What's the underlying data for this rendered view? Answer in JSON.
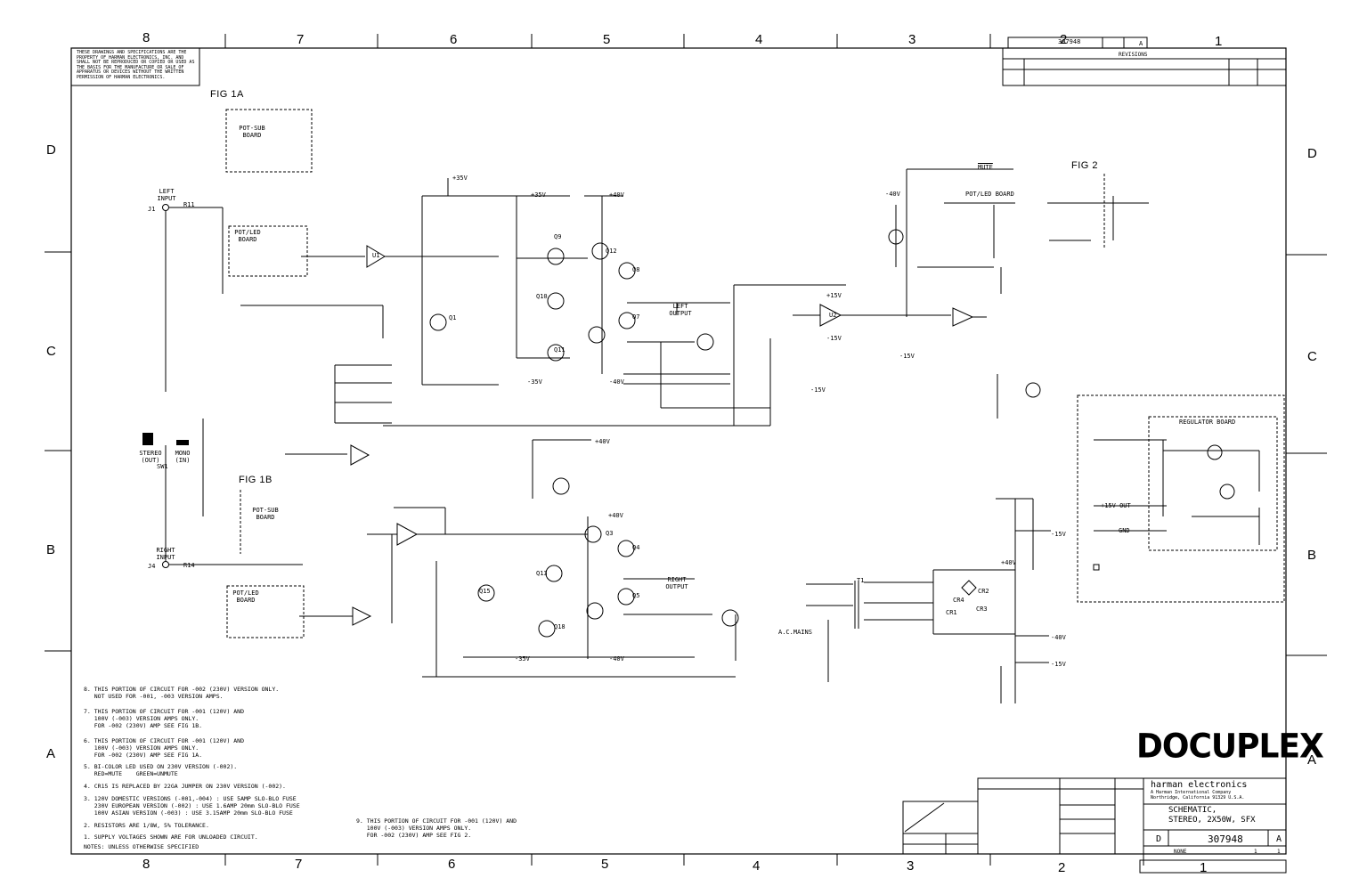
{
  "zones": {
    "top": [
      "8",
      "7",
      "6",
      "5",
      "4",
      "3",
      "2",
      "1"
    ],
    "bottom": [
      "8",
      "7",
      "6",
      "5",
      "4",
      "3",
      "2",
      "1"
    ],
    "left": [
      "D",
      "C",
      "B",
      "A"
    ],
    "right": [
      "D",
      "C",
      "B",
      "A"
    ]
  },
  "figures": {
    "fig1a": "FIG 1A",
    "fig1b": "FIG 1B",
    "fig2": "FIG 2"
  },
  "blocks": {
    "pot_sub_a": "POT-SUB BOARD",
    "pot_sub_b": "POT-SUB BOARD",
    "pot_led_1": "POT/LED BOARD",
    "pot_led_2": "POT/LED BOARD",
    "pot_led_3": "POT/LED BOARD",
    "regulator": "REGULATOR BOARD"
  },
  "labels": {
    "left_input": "LEFT INPUT",
    "right_input": "RIGHT INPUT",
    "j1": "J1",
    "j4": "J4",
    "left_output": "LEFT OUTPUT",
    "right_output": "RIGHT OUTPUT",
    "mute": "MUTE",
    "stereo": "STEREO (OUT)",
    "mono": "MONO (IN)",
    "sw1": "SW1",
    "ac_mains": "A.C.MAINS",
    "plus35v": "+35V",
    "plus40v": "+40V",
    "minus35v": "-35V",
    "minus40v": "-40V",
    "plus15v": "+15V",
    "minus15v": "-15V",
    "plus15v_out": "+15V OUT",
    "gnd": "GND",
    "r11": "R11",
    "r14": "R14",
    "u1": "U1",
    "u2": "U2",
    "q1": "Q1",
    "q9": "Q9",
    "q12": "Q12",
    "q10": "Q10",
    "q11": "Q11",
    "q7": "Q7",
    "q8": "Q8",
    "q3": "Q3",
    "q4": "Q4",
    "q5": "Q5",
    "q13": "Q13",
    "q15": "Q15",
    "q18": "Q18",
    "cr1": "CR1",
    "cr2": "CR2",
    "cr3": "CR3",
    "cr4": "CR4",
    "t1": "T1"
  },
  "notes": [
    "8. THIS PORTION OF CIRCUIT FOR -002 (230V) VERSION ONLY.\n   NOT USED FOR -001, -003 VERSION AMPS.",
    "7. THIS PORTION OF CIRCUIT FOR -001 (120V) AND\n   100V (-003) VERSION AMPS ONLY.\n   FOR -002 (230V) AMP SEE FIG 1B.",
    "6. THIS PORTION OF CIRCUIT FOR -001 (120V) AND\n   100V (-003) VERSION AMPS ONLY.\n   FOR -002 (230V) AMP SEE FIG 1A.",
    "5. BI-COLOR LED USED ON 230V VERSION (-002).\n   RED=MUTE    GREEN=UNMUTE",
    "4. CR15 IS REPLACED BY 22GA JUMPER ON 230V VERSION (-002).",
    "3. 120V DOMESTIC VERSIONS (-001,-004) : USE 5AMP SLO-BLO FUSE\n   230V EUROPEAN VERSION (-002) : USE 1.6AMP 20mm SLO-BLO FUSE\n   100V ASIAN VERSION (-003) : USE 3.15AMP 20mm SLO-BLO FUSE",
    "2. RESISTORS ARE 1/8W, 5% TOLERANCE.",
    "1. SUPPLY VOLTAGES SHOWN ARE FOR UNLOADED CIRCUIT.",
    "NOTES: UNLESS OTHERWISE SPECIFIED"
  ],
  "note9": "9. THIS PORTION OF CIRCUIT FOR -001 (120V) AND\n   100V (-003) VERSION AMPS ONLY.\n   FOR -002 (230V) AMP SEE FIG 2.",
  "proprietary": "THESE DRAWINGS AND SPECIFICATIONS ARE THE\nPROPERTY OF HARMAN ELECTRONICS, INC. AND\nSHALL NOT BE REPRODUCED OR COPIED OR USED AS\nTHE BASIS FOR THE MANUFACTURE OR SALE OF\nAPPARATUS OR DEVICES WITHOUT THE WRITTEN\nPERMISSION OF HARMAN ELECTRONICS.",
  "revision_block": {
    "doc_no": "307948",
    "rev": "A",
    "title": "REVISIONS"
  },
  "title_block": {
    "company": "harman electronics",
    "company_sub": "A Harman International Company\nNorthridge, California 91329 U.S.A.",
    "title_line1": "SCHEMATIC,",
    "title_line2": "STEREO, 2X50W, SFX",
    "size": "D",
    "drawing_no": "307948",
    "rev": "A",
    "scale": "NONE",
    "sheet": "1",
    "of": "1"
  },
  "logo": "DOCUPLEX"
}
